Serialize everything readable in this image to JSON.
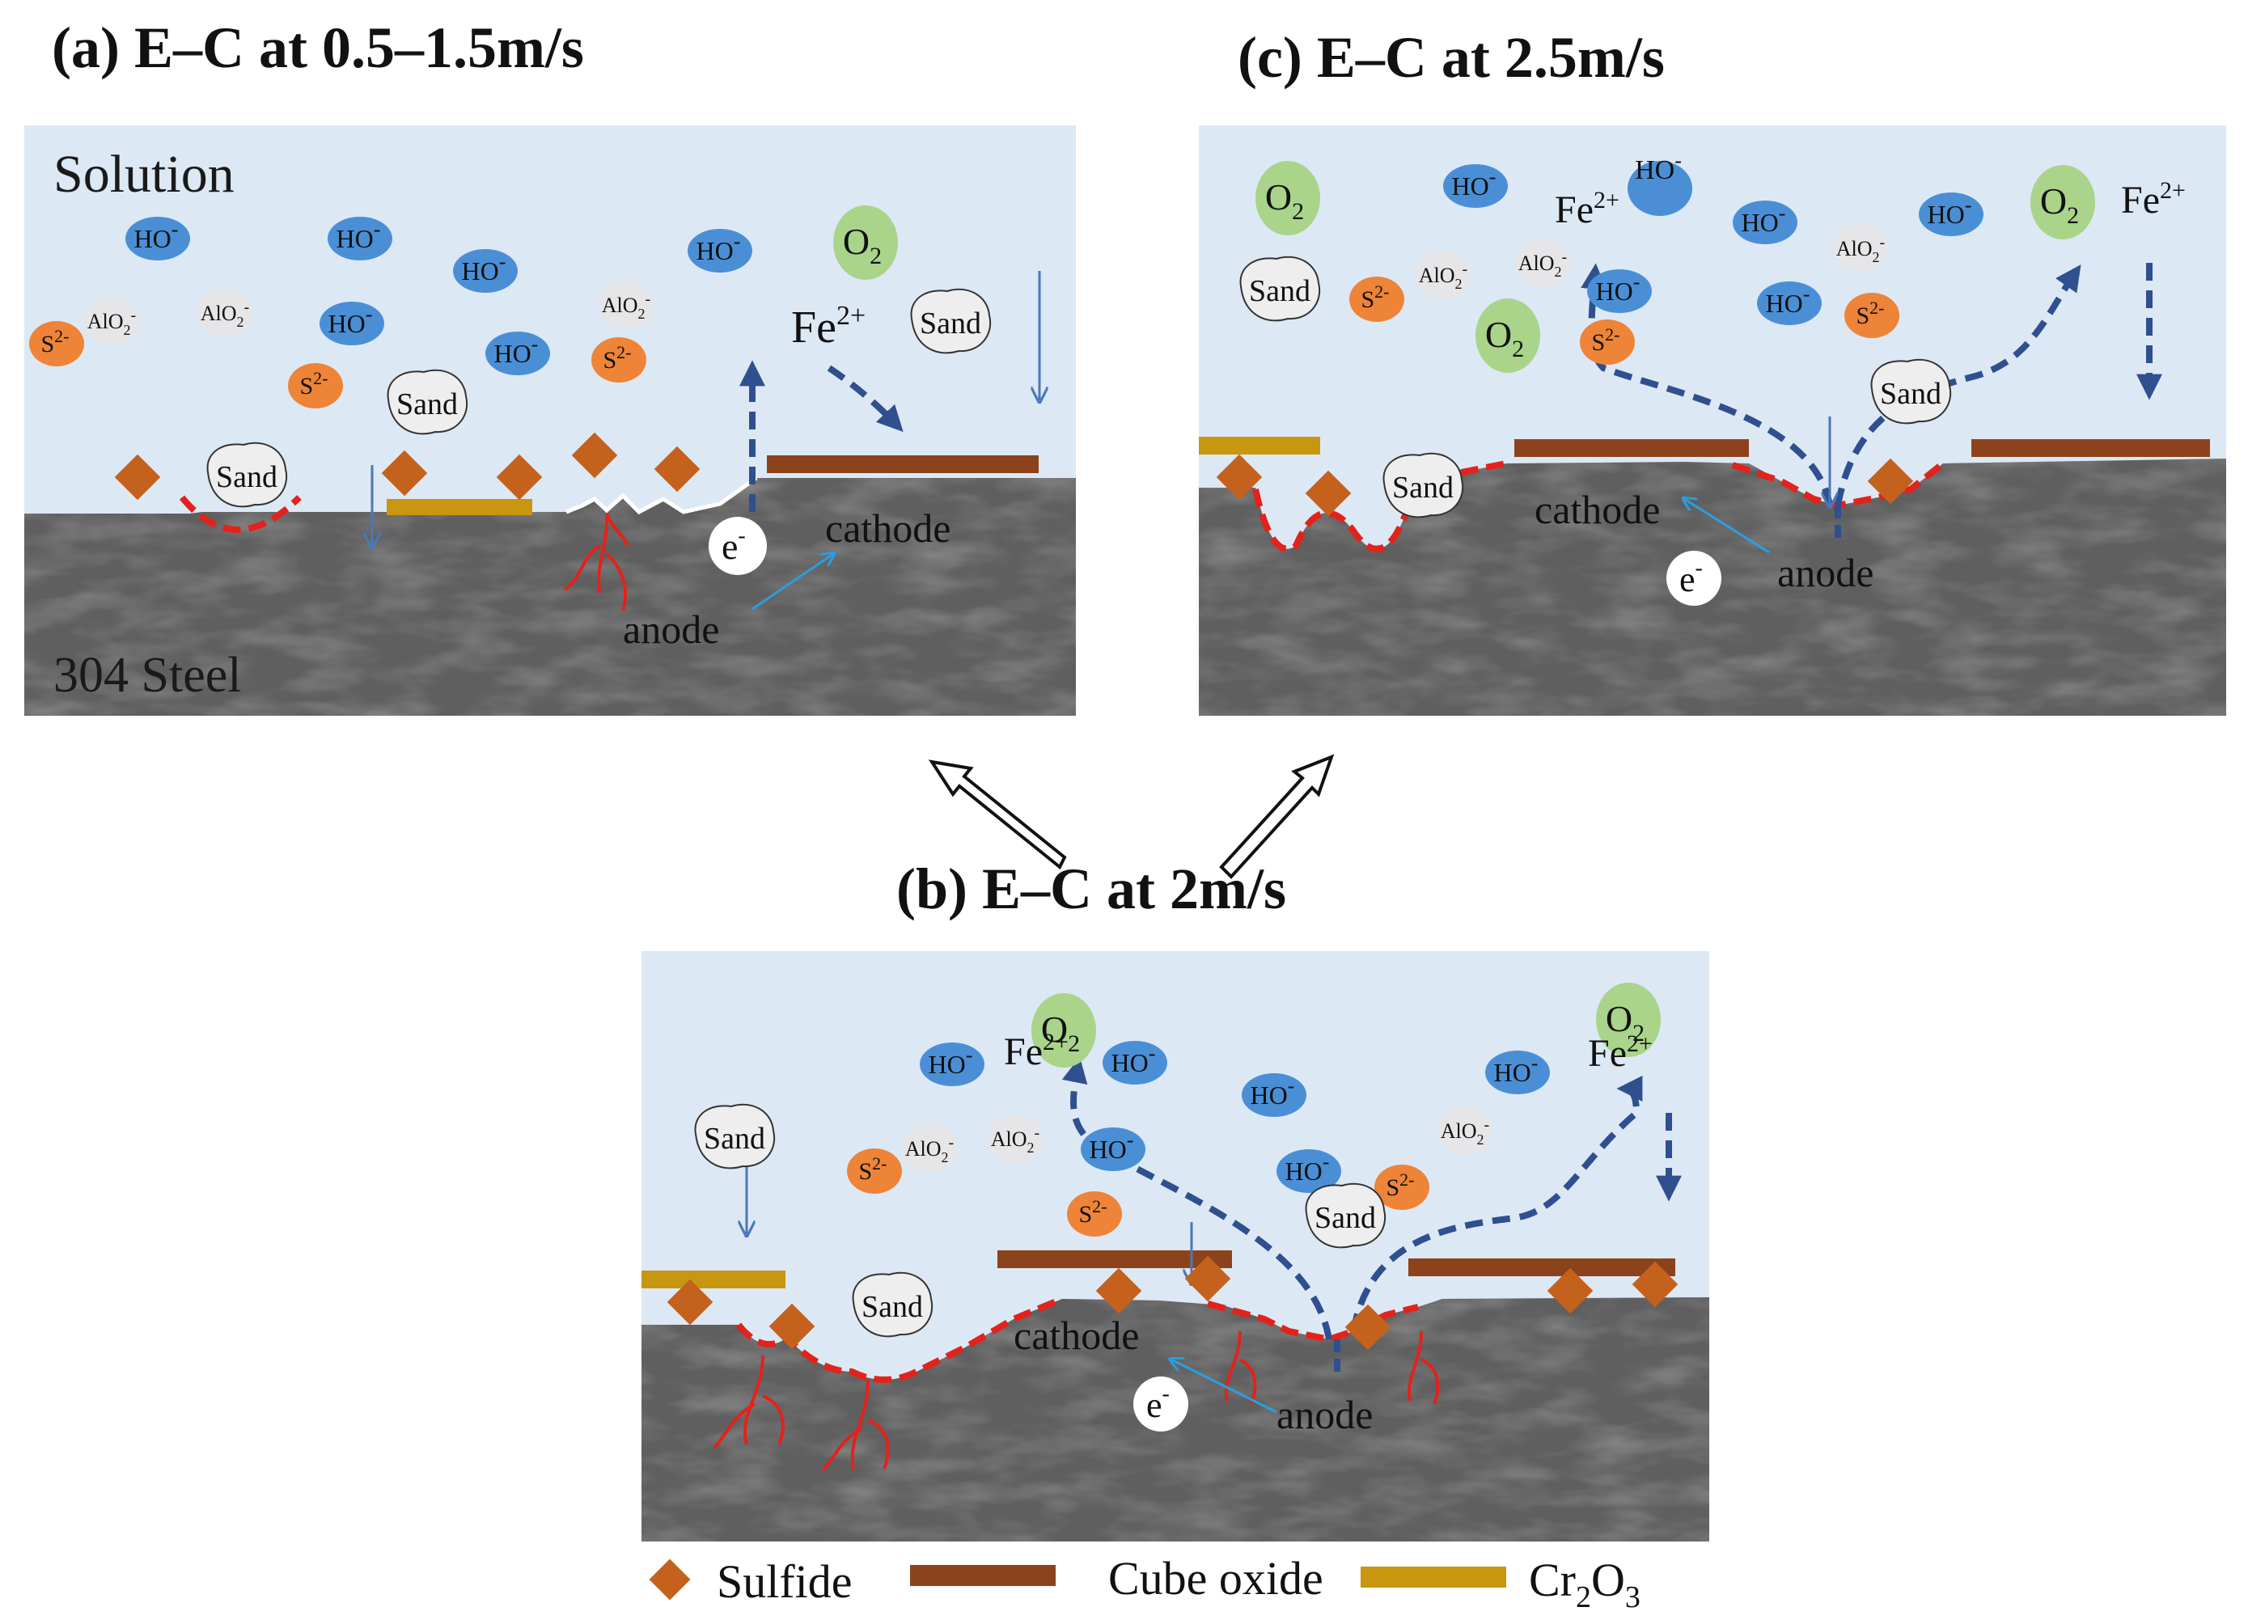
{
  "panels": {
    "a": {
      "title": "(a) E–C at 0.5–1.5m/s",
      "solution_label": "Solution",
      "steel_label": "304 Steel",
      "cathode_label": "cathode",
      "anode_label": "anode",
      "electron": "e",
      "electron_sup": "-",
      "fe_label": "Fe",
      "fe_sup": "2+"
    },
    "b": {
      "title": "(b) E–C at 2m/s",
      "cathode_label": "cathode",
      "anode_label": "anode",
      "electron": "e",
      "electron_sup": "-"
    },
    "c": {
      "title": "(c) E–C at 2.5m/s",
      "cathode_label": "cathode",
      "anode_label": "anode",
      "electron": "e",
      "electron_sup": "-"
    }
  },
  "species": {
    "ho": "HO",
    "ho_sup": "-",
    "o": "O",
    "o_sub": "2",
    "sand": "Sand",
    "s": "S",
    "s_sup": "2-",
    "alo": "AlO",
    "alo_sub": "2",
    "alo_sup": "-",
    "fe": "Fe",
    "fe_sup": "2+"
  },
  "legend": {
    "sulfide": "Sulfide",
    "cube_oxide": "Cube oxide",
    "cr": "Cr",
    "cr_sub1": "2",
    "cr_o": "O",
    "cr_sub2": "3"
  },
  "colors": {
    "solution": "#dde8f5",
    "steel": "#5f5f5f",
    "ho": "#4a8fd6",
    "o2": "#a9d48a",
    "s2": "#ee8437",
    "alo2": "#e6e6e8",
    "sulfide": "#c4621d",
    "cube_oxide": "#8c431c",
    "cr2o3": "#c8960f",
    "pit": "#e3221b",
    "flow": "#2f4f8f",
    "electron_arrow": "#2b9ee0"
  }
}
